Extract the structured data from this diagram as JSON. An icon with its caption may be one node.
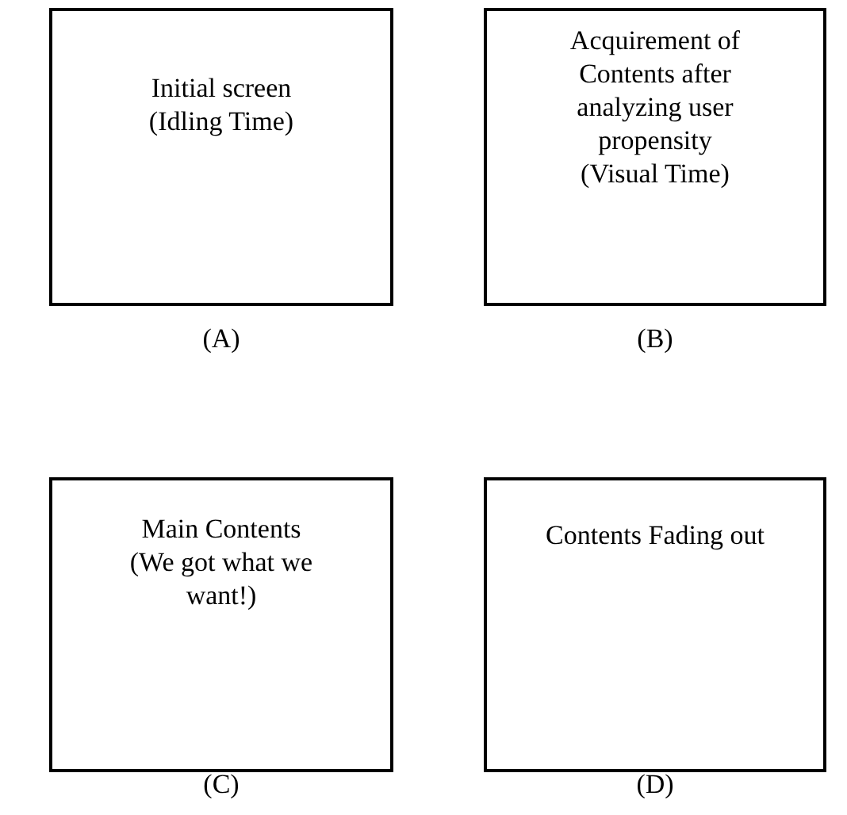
{
  "diagram": {
    "nodes": [
      {
        "text": [
          "Initial screen",
          "(Idling Time)"
        ],
        "beside": [
          "(A)"
        ]
      },
      {
        "text": [
          "Acquirement of Contents after analyzing user propensity",
          "(Visual Time)"
        ],
        "beside": [
          "(B)"
        ]
      },
      {
        "text": [
          "Main Contents",
          "(We got what we want!)"
        ],
        "beside": [
          "(C)"
        ]
      },
      {
        "text": [
          "Contents Fading out"
        ],
        "beside": [
          "(D)"
        ]
      }
    ]
  }
}
